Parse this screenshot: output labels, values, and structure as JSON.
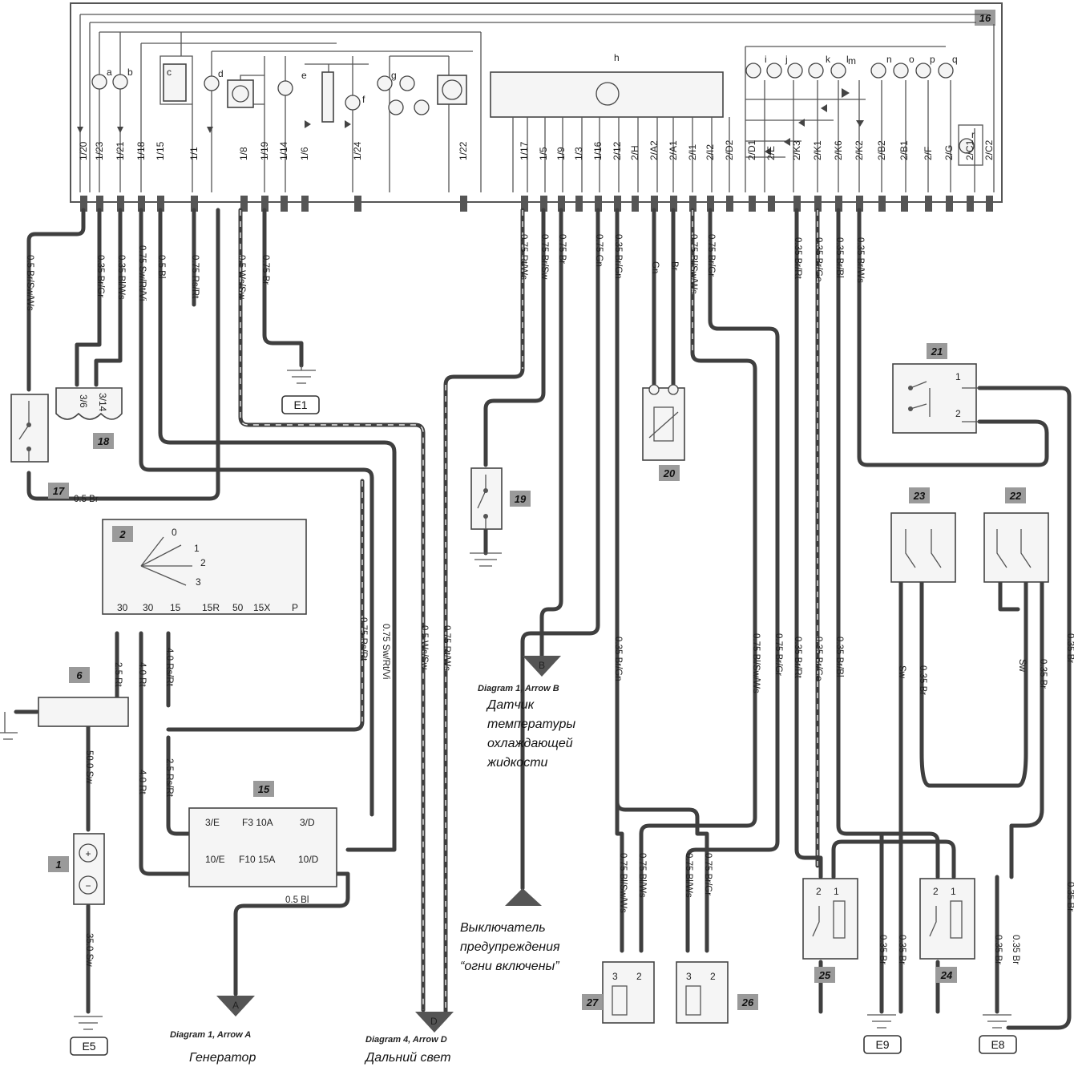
{
  "cluster": {
    "tag": "16",
    "pins_top": [
      "1/20",
      "1/23",
      "1/21",
      "1/18",
      "1/15",
      "1/1",
      "1/8",
      "1/19",
      "1/14",
      "1/6",
      "1/24",
      "1/22",
      "1/17",
      "1/5",
      "1/9",
      "1/3",
      "1/16",
      "2/12",
      "2/H",
      "2/A2",
      "2/A1",
      "2/I1",
      "2/I2",
      "2/D2",
      "2/D1",
      "2/E",
      "2/K3",
      "2/K1",
      "2/K6",
      "2/K2",
      "2/B2",
      "2/B1",
      "2/F",
      "2/G",
      "2/C1",
      "2/C2"
    ],
    "lamp_letters": [
      "a",
      "b",
      "c",
      "d",
      "e",
      "f",
      "g",
      "h",
      "i",
      "j",
      "k",
      "l",
      "m",
      "n",
      "o",
      "p",
      "q",
      "r"
    ]
  },
  "wires": [
    {
      "label": "0.5 Br/Sw/Ws"
    },
    {
      "label": "0.35 Br/Gr"
    },
    {
      "label": "0.35 Bl/Ws"
    },
    {
      "label": "0.75 Sw/Rt/Vi"
    },
    {
      "label": "0.5 Bl"
    },
    {
      "label": "0.75 Rs/Rt"
    },
    {
      "label": "0.5 Ws/Sw"
    },
    {
      "label": "0.75 Br"
    },
    {
      "label": "0.75 Rt/Ws"
    },
    {
      "label": "0.75 Br/Sw"
    },
    {
      "label": "0.75 Br"
    },
    {
      "label": "0.75 Gn"
    },
    {
      "label": "0.35 Br/Gn"
    },
    {
      "label": "Gn"
    },
    {
      "label": "Br"
    },
    {
      "label": "0.75 Bl/Sw/Ws"
    },
    {
      "label": "0.75 Br/Gr"
    },
    {
      "label": "0.35 Br/Rt"
    },
    {
      "label": "0.35 Br/Ge"
    },
    {
      "label": "0.35 Br/Bl"
    },
    {
      "label": "0.35 Br/Ws"
    },
    {
      "label": "0.5 Br"
    },
    {
      "label": "2.5 Rt"
    },
    {
      "label": "4.0 Rt"
    },
    {
      "label": "4.0 Rs/Rt"
    },
    {
      "label": "0.75 Rs/Rt"
    },
    {
      "label": "0.75 Sw/Rt/Vi"
    },
    {
      "label": "0.5 Ws/Sw"
    },
    {
      "label": "0.75 Rt/Ws"
    },
    {
      "label": "0.35 Br/Gn"
    },
    {
      "label": "0.75 Bl/Sw/Ws"
    },
    {
      "label": "0.75 Br/Gr"
    },
    {
      "label": "0.35 Br/Rt"
    },
    {
      "label": "0.35 Br/Ge"
    },
    {
      "label": "0.35 Br/Bl"
    },
    {
      "label": "50.0 Sw"
    },
    {
      "label": "4.0 Rt"
    },
    {
      "label": "2.5 Rs/Rt"
    },
    {
      "label": "35.0 Sw"
    },
    {
      "label": "0.5 Bl"
    },
    {
      "label": "0.75 Bl/Sw/Ws"
    },
    {
      "label": "0.75 Bl/Ws"
    },
    {
      "label": "0.75 Bl/Ws"
    },
    {
      "label": "0.75 Br/Gr"
    },
    {
      "label": "Sw"
    },
    {
      "label": "0.35 Br"
    },
    {
      "label": "Sw"
    },
    {
      "label": "0.35 Br"
    },
    {
      "label": "0.35 Br"
    },
    {
      "label": "0.35 Br"
    },
    {
      "label": "0.35 Br"
    },
    {
      "label": "0.35 Br"
    },
    {
      "label": "0.35 Br"
    },
    {
      "label": "0.35 Br"
    }
  ],
  "components": {
    "c1": "1",
    "c2": "2",
    "c6": "6",
    "c15": "15",
    "c17": "17",
    "c18": "18",
    "c19": "19",
    "c20": "20",
    "c21": "21",
    "c22": "22",
    "c23": "23",
    "c24": "24",
    "c25": "25",
    "c26": "26",
    "c27": "27"
  },
  "ignition": {
    "terminals": [
      "30",
      "30",
      "15",
      "15R",
      "50",
      "15X",
      "P"
    ],
    "positions": [
      "0",
      "1",
      "2",
      "3"
    ]
  },
  "fusebox": {
    "rows": [
      {
        "left": "3/E",
        "fuse": "F3 10A",
        "right": "3/D"
      },
      {
        "left": "10/E",
        "fuse": "F10 15A",
        "right": "10/D"
      }
    ]
  },
  "connector18": {
    "a": "3/6",
    "b": "3/14"
  },
  "relay21": {
    "p1": "1",
    "p2": "2"
  },
  "sensor_pins": {
    "a": "3",
    "b": "2",
    "c": "3",
    "d": "2",
    "e": "2",
    "f": "1",
    "g": "2",
    "h": "1"
  },
  "grounds": {
    "e1": "E1",
    "e5": "E5",
    "e8": "E8",
    "e9": "E9"
  },
  "arrows": {
    "a": {
      "letter": "A",
      "ref": "Diagram 1, Arrow A",
      "caption": "Генератор"
    },
    "b": {
      "letter": "B",
      "ref": "Diagram 1, Arrow B",
      "caption_lines": [
        "Датчик",
        "температуры",
        "охлаждающей",
        "жидкости"
      ]
    },
    "c": {
      "caption_lines": [
        "Выключатель",
        "предупреждения",
        "“огни включены”"
      ]
    },
    "d": {
      "letter": "D",
      "ref": "Diagram 4, Arrow D",
      "caption": "Дальний свет"
    }
  }
}
